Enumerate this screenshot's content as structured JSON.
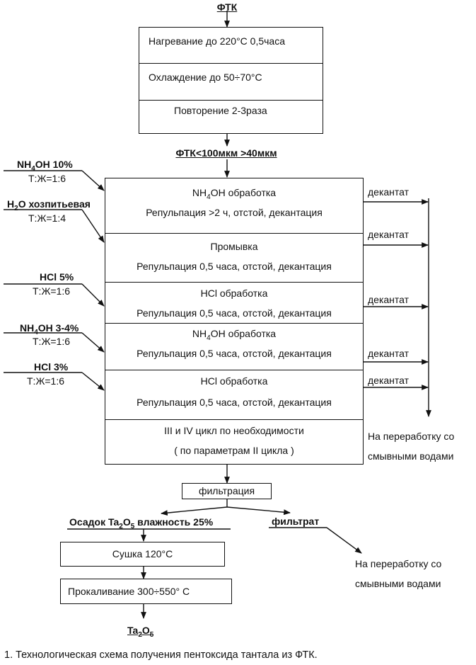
{
  "top_input": "ФТК",
  "heat_block": {
    "step1": "Нагревание до 220°С 0,5часа",
    "step2": "Охлаждение до  50÷70°С",
    "step3": "Повторение 2-3раза"
  },
  "sieve_label": "ФТК<100мкм >40мкм",
  "reagents": [
    {
      "pre": "NH",
      "sub": "4",
      "post": "OH 10%",
      "ratio": "Т:Ж=1:6"
    },
    {
      "pre": "H",
      "sub": "2",
      "post": "O хозпитьевая",
      "ratio": "Т:Ж=1:4"
    },
    {
      "pre": "HCl 5%",
      "sub": "",
      "post": "",
      "ratio": "Т:Ж=1:6"
    },
    {
      "pre": "NH",
      "sub": "4",
      "post": "OH 3-4%",
      "ratio": "Т:Ж=1:6"
    },
    {
      "pre": "HCl 3%",
      "sub": "",
      "post": "",
      "ratio": "Т:Ж=1:6"
    }
  ],
  "stages": [
    {
      "t_pre": "NH",
      "t_sub": "4",
      "t_post": "OH обработка",
      "detail": "Репульпация >2 ч, отстой, декантация"
    },
    {
      "t_pre": "Промывка",
      "t_sub": "",
      "t_post": "",
      "detail": "Репульпация 0,5 часа, отстой, декантация"
    },
    {
      "t_pre": "HCl обработка",
      "t_sub": "",
      "t_post": "",
      "detail": "Репульпация 0,5 часа, отстой, декантация"
    },
    {
      "t_pre": "NH",
      "t_sub": "4",
      "t_post": "OH обработка",
      "detail": "Репульпация 0,5 часа, отстой, декантация"
    },
    {
      "t_pre": "HCl обработка",
      "t_sub": "",
      "t_post": "",
      "detail": "Репульпация 0,5 часа, отстой, декантация"
    }
  ],
  "cycle_block": {
    "line1": "III и IV цикл по необходимости",
    "line2": "( по параметрам II цикла )"
  },
  "decantate_label": "декантат",
  "decantate_dest": {
    "line1": "На переработку со",
    "line2": "смывными водами"
  },
  "filtration": "фильтрация",
  "sediment": {
    "pre": "Осадок Ta",
    "sub1": "2",
    "mid": "O",
    "sub2": "5",
    "post": " влажность 25%"
  },
  "filtrate": "фильтрат",
  "filtrate_dest": {
    "line1": "На переработку со",
    "line2": "смывными водами"
  },
  "drying": "Сушка 120°С",
  "calcination": "Прокаливание 300÷550° С",
  "product": {
    "pre": "Ta",
    "sub1": "2",
    "mid": "O",
    "sub2": "5"
  },
  "caption": "1. Технологическая схема получения пентоксида тантала из ФТК."
}
